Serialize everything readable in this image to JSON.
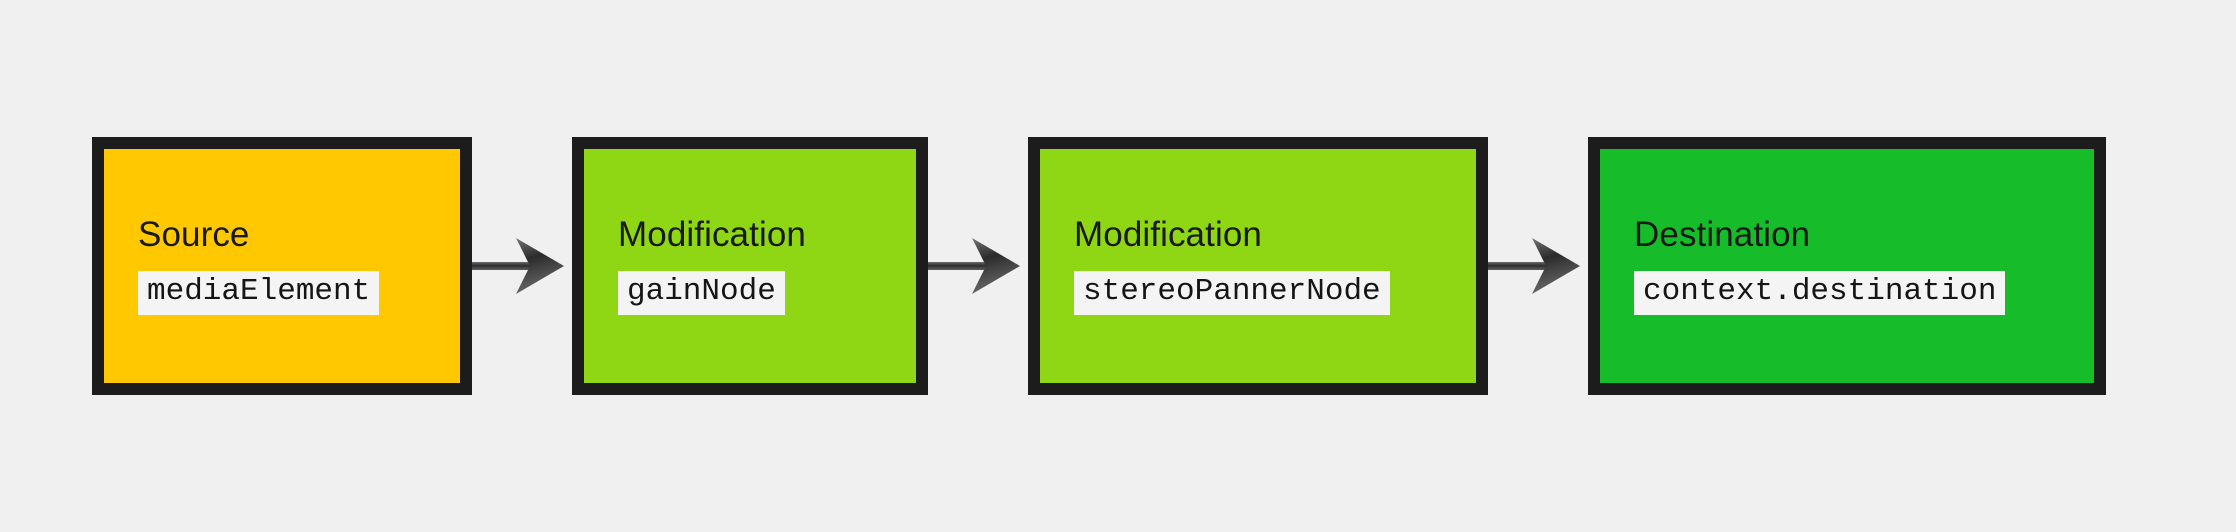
{
  "diagram": {
    "type": "flowchart",
    "orientation": "left-to-right",
    "background_color": "#f0f0f0",
    "border_color": "#1c1c1c",
    "arrow_color": "#3f3f3f",
    "code_chip_background": "#f4f4f4",
    "nodes": [
      {
        "id": "source",
        "title": "Source",
        "code": "mediaElement",
        "color": "#ffc800"
      },
      {
        "id": "gain",
        "title": "Modification",
        "code": "gainNode",
        "color": "#8fd614"
      },
      {
        "id": "panner",
        "title": "Modification",
        "code": "stereoPannerNode",
        "color": "#8fd614"
      },
      {
        "id": "destination",
        "title": "Destination",
        "code": "context.destination",
        "color": "#16bc2a"
      }
    ],
    "connectors": [
      {
        "id": "source-to-gain",
        "icon": "arrow-right-icon"
      },
      {
        "id": "gain-to-panner",
        "icon": "arrow-right-icon"
      },
      {
        "id": "panner-to-destination",
        "icon": "arrow-right-icon"
      }
    ]
  }
}
